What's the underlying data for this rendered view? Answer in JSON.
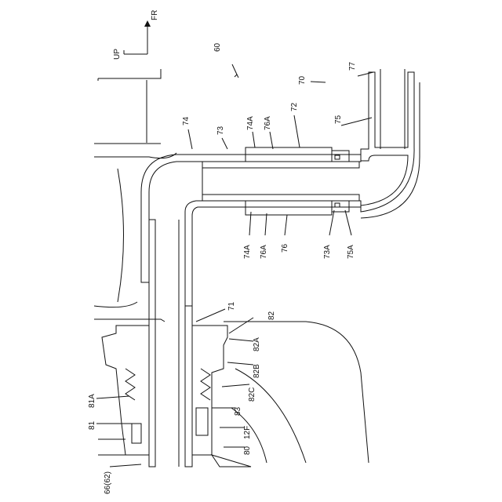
{
  "figure": {
    "orientation": {
      "fr": "FR",
      "up": "UP"
    },
    "callouts": {
      "c60": "60",
      "c70": "70",
      "c77": "77",
      "c74": "74",
      "c73": "73",
      "c74A_top": "74A",
      "c76A_top": "76A",
      "c72": "72",
      "c75": "75",
      "c74A_bot": "74A",
      "c76A_bot": "76A",
      "c76": "76",
      "c73A": "73A",
      "c75A": "75A",
      "c71": "71",
      "c82": "82",
      "c82A": "82A",
      "c82B": "82B",
      "c82C": "82C",
      "c83": "83",
      "c12F": "12F",
      "c80": "80",
      "c81A": "81A",
      "c81": "81",
      "c66": "66(62)"
    }
  }
}
